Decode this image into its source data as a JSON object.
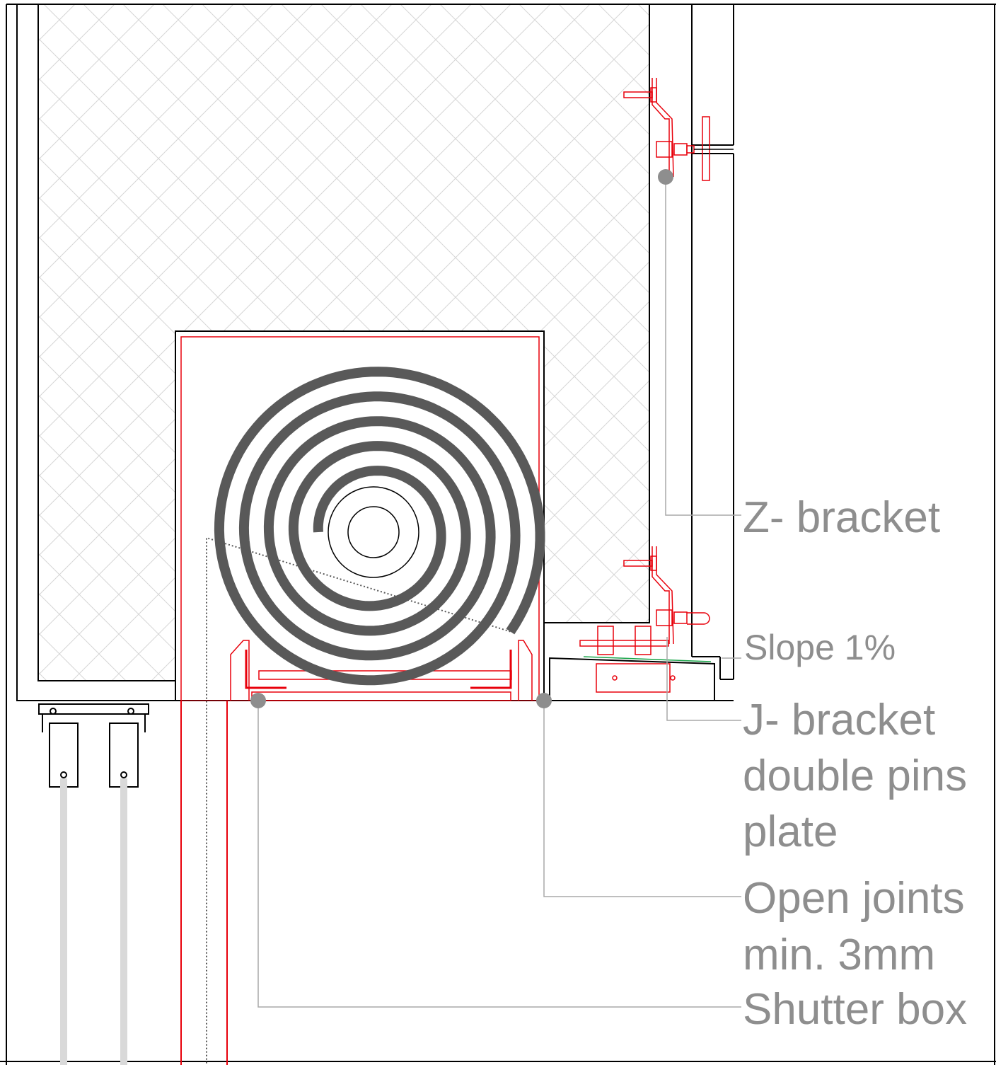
{
  "drawing": {
    "colors": {
      "line": "#000000",
      "fixing": "#e8000b",
      "leader": "#a9a9a9",
      "label": "#8e8e8e",
      "hatch": "#d6d6d6",
      "coil": "#595959",
      "slope_mark": "#1aa64a"
    },
    "labels": {
      "z_bracket": "Z- bracket",
      "slope": "Slope 1%",
      "j_bracket_1": "J- bracket",
      "j_bracket_2": "double pins",
      "j_bracket_3": "plate",
      "open_joints_1": "Open joints",
      "open_joints_2": "min. 3mm",
      "shutter_box": "Shutter box"
    }
  }
}
